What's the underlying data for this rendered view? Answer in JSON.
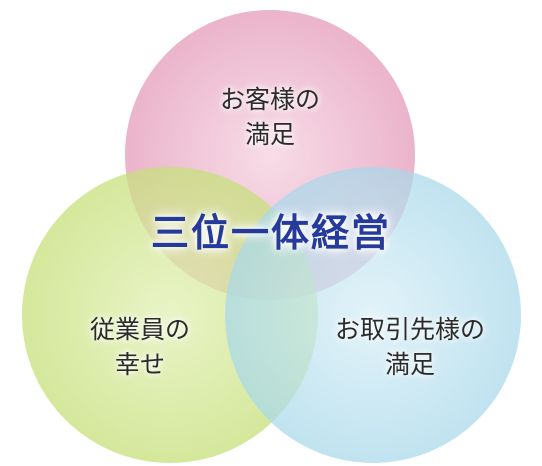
{
  "diagram": {
    "center_title": "三位一体経営",
    "circles": [
      {
        "id": "customer",
        "lines": [
          "お客様の",
          "満足"
        ],
        "color": "#e7a7c2"
      },
      {
        "id": "employee",
        "lines": [
          "従業員の",
          "幸せ"
        ],
        "color": "#c6e07a"
      },
      {
        "id": "partner",
        "lines": [
          "お取引先様の",
          "満足"
        ],
        "color": "#a8d8ea"
      }
    ]
  }
}
